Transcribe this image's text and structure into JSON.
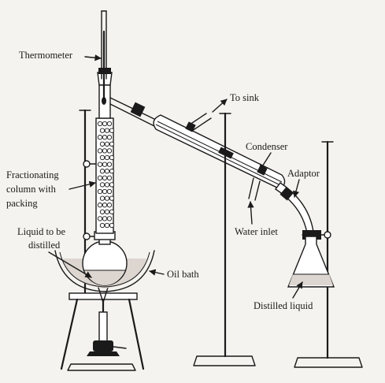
{
  "labels": {
    "thermometer": "Thermometer",
    "to_sink": "To sink",
    "condenser": "Condenser",
    "adaptor": "Adaptor",
    "fractionating_line1": "Fractionating",
    "fractionating_line2": "column with",
    "fractionating_line3": "packing",
    "liquid_line1": "Liquid to be",
    "liquid_line2": "distilled",
    "oil_bath": "Oil bath",
    "water_inlet": "Water inlet",
    "distilled_liquid": "Distilled liquid"
  },
  "colors": {
    "ink": "#1a1a1a",
    "liquid": "#ddd6d0",
    "background": "#f4f3ef"
  }
}
